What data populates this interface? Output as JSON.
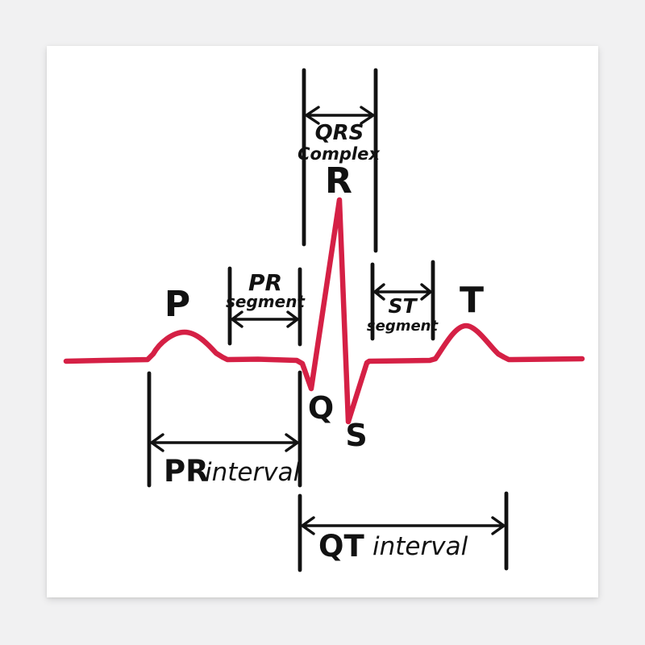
{
  "colors": {
    "waveform": "#d52045",
    "annotation": "#121212",
    "page_background": "#f1f1f2",
    "poster_background": "#ffffff"
  },
  "wave_labels": {
    "p": "P",
    "q": "Q",
    "r": "R",
    "s": "S",
    "t": "T"
  },
  "annotations": {
    "qrs_complex": {
      "line1": "QRS",
      "line2": "Complex"
    },
    "pr_segment": {
      "line1": "PR",
      "line2": "segment"
    },
    "st_segment": {
      "line1": "ST",
      "line2": "segment"
    },
    "pr_interval": {
      "abbr": "PR",
      "word": "interval"
    },
    "qt_interval": {
      "abbr": "QT",
      "word": "interval"
    }
  }
}
